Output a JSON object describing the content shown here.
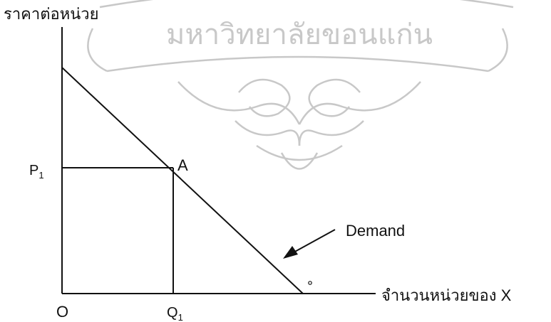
{
  "watermark": {
    "text": "มหาวิทยาลัยขอนแก่น",
    "color": "#c8c8c8"
  },
  "labels": {
    "y_axis": "ราคาต่อหน่วย",
    "x_axis": "จำนวนหน่วยของ X",
    "origin": "O",
    "price_point": "P",
    "price_sub": "1",
    "quantity_point": "Q",
    "quantity_sub": "1",
    "point_a": "A",
    "curve": "Demand"
  },
  "colors": {
    "line": "#111111",
    "text": "#111111"
  }
}
